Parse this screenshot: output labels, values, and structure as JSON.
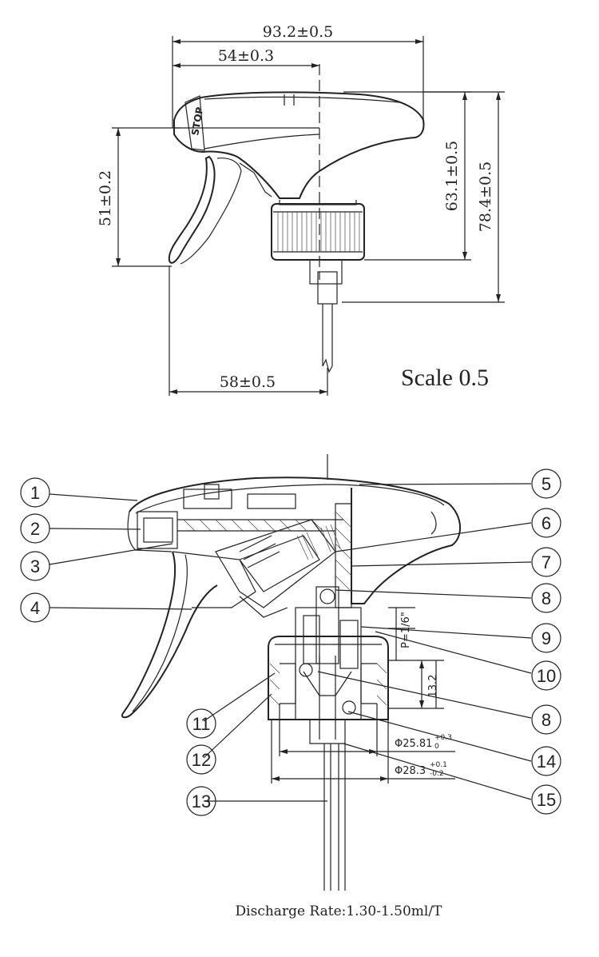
{
  "top_view": {
    "dim_overall_width": "93.2±0.5",
    "dim_nozzle_to_axis": "54±0.3",
    "dim_trigger_height": "51±0.2",
    "dim_head_height": "63.1±0.5",
    "dim_total_height": "78.4±0.5",
    "dim_trigger_to_axis": "58±0.5",
    "stop_label": "STOP",
    "scale_label": "Scale 0.5"
  },
  "section_view": {
    "callouts": [
      {
        "num": "1"
      },
      {
        "num": "2"
      },
      {
        "num": "3"
      },
      {
        "num": "4"
      },
      {
        "num": "5"
      },
      {
        "num": "6"
      },
      {
        "num": "7"
      },
      {
        "num": "8"
      },
      {
        "num": "9"
      },
      {
        "num": "10"
      },
      {
        "num": "8"
      },
      {
        "num": "11"
      },
      {
        "num": "12"
      },
      {
        "num": "13"
      },
      {
        "num": "14"
      },
      {
        "num": "15"
      }
    ],
    "thread_pitch": "P=1/6\"",
    "dim_thread_len": "13.2",
    "dim_inner_dia": "Φ25.81",
    "dim_inner_tol_upper": "+0.3",
    "dim_inner_tol_lower": "0",
    "dim_outer_dia": "Φ28.3",
    "dim_outer_tol_upper": "+0.1",
    "dim_outer_tol_lower": "-0.2"
  },
  "footer": {
    "discharge_rate": "Discharge Rate:1.30-1.50ml/T"
  }
}
